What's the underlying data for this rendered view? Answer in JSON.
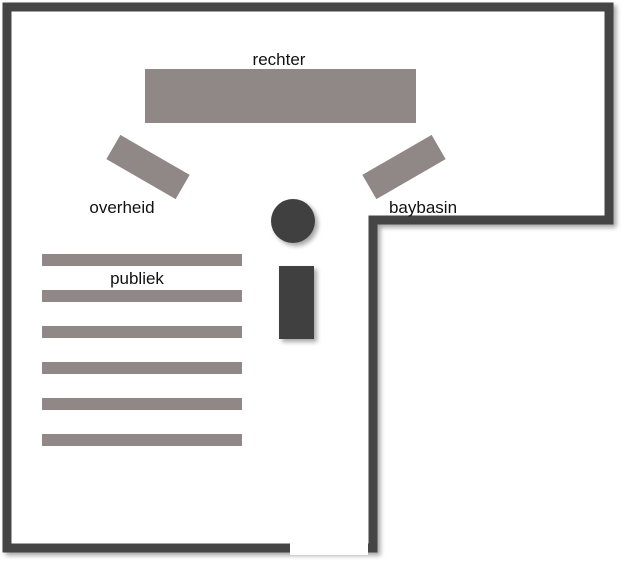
{
  "labels": {
    "judge": "rechter",
    "government": "overheid",
    "defense": "baybasin",
    "audience": "publiek"
  },
  "colors": {
    "wall": "#444444",
    "furniture": "#908886",
    "person": "#404040",
    "floor": "#ffffff",
    "text": "#111111"
  }
}
